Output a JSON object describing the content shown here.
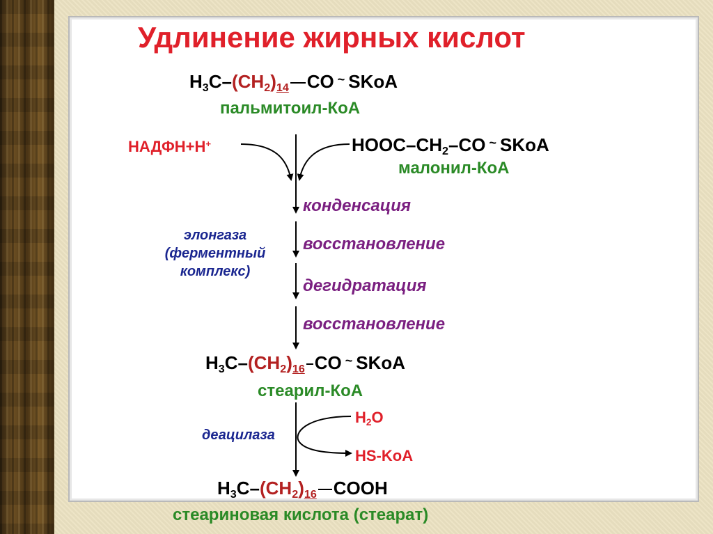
{
  "title": "Удлинение жирных кислот",
  "palmitoyl": {
    "h3c": "H",
    "h3c_sub": "3",
    "c": "C",
    "dash": "–",
    "ch2_open": "(CH",
    "ch2_sub": "2",
    "ch2_close": ")",
    "n": "14",
    "tail": "CO",
    "tilde": "~",
    "skoa": "SKoA",
    "name": "пальмитоил-КоА"
  },
  "nadph": {
    "text": "НАДФН+Н",
    "sup": "+"
  },
  "malonyl": {
    "part1": "HOOC",
    "dash": "–",
    "ch": "CH",
    "ch_sub": "2",
    "dash2": "–",
    "co": "CO",
    "tilde": "~",
    "skoa": "SKoA",
    "name": "малонил-КоА"
  },
  "steps": [
    "конденсация",
    "восстановление",
    "дегидратация",
    "восстановление"
  ],
  "enzyme1": {
    "line1": "элонгаза",
    "line2": "(ферментный",
    "line3": "комплекс)"
  },
  "stearoyl": {
    "h3c": "H",
    "h3c_sub": "3",
    "c": "C",
    "dash": "–",
    "ch2_open": "(CH",
    "ch2_sub": "2",
    "ch2_close": ")",
    "n": "16",
    "tail": "CO",
    "tilde": "~",
    "skoa": "SKoA",
    "name": "стеарил-КоА"
  },
  "enzyme2": "деацилаза",
  "water": {
    "h": "H",
    "sub": "2",
    "o": "O"
  },
  "hskoa": "HS-KoA",
  "stearic": {
    "h3c": "H",
    "h3c_sub": "3",
    "c": "C",
    "dash": "–",
    "ch2_open": "(CH",
    "ch2_sub": "2",
    "ch2_close": ")",
    "n": "16",
    "tail": "COOH",
    "name": "стеариновая кислота (стеарат)"
  },
  "colors": {
    "title": "#e0202a",
    "chain": "#b32121",
    "name": "#2a8a26",
    "step": "#7a1f80",
    "enzyme": "#1a2690",
    "reagent": "#e0202a"
  }
}
